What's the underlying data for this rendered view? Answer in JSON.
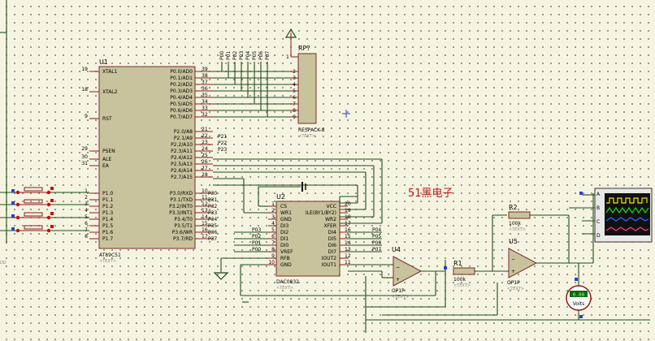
{
  "u1": {
    "ref": "U1",
    "type": "AT89C51",
    "hidden": "<TEXT>",
    "left_pins": [
      {
        "num": "19",
        "name": "XTAL1"
      },
      {
        "num": "18",
        "name": "XTAL2"
      },
      {
        "num": "9",
        "name": "RST"
      },
      {
        "num": "29",
        "name": "PSEN"
      },
      {
        "num": "30",
        "name": "ALE"
      },
      {
        "num": "31",
        "name": "EA"
      },
      {
        "num": "1",
        "name": "P1.0"
      },
      {
        "num": "2",
        "name": "P1.1"
      },
      {
        "num": "3",
        "name": "P1.2"
      },
      {
        "num": "4",
        "name": "P1.3"
      },
      {
        "num": "5",
        "name": "P1.4"
      },
      {
        "num": "6",
        "name": "P1.5"
      },
      {
        "num": "7",
        "name": "P1.6"
      },
      {
        "num": "8",
        "name": "P1.7"
      }
    ],
    "right_pins": [
      {
        "num": "39",
        "name": "P0.0/AD0"
      },
      {
        "num": "38",
        "name": "P0.1/AD1"
      },
      {
        "num": "37",
        "name": "P0.2/AD2"
      },
      {
        "num": "36",
        "name": "P0.3/AD3"
      },
      {
        "num": "35",
        "name": "P0.4/AD4"
      },
      {
        "num": "34",
        "name": "P0.5/AD5"
      },
      {
        "num": "33",
        "name": "P0.6/AD6"
      },
      {
        "num": "32",
        "name": "P0.7/AD7"
      },
      {
        "num": "21",
        "name": "P2.0/A8"
      },
      {
        "num": "22",
        "name": "P2.1/A9"
      },
      {
        "num": "23",
        "name": "P2.2/A10"
      },
      {
        "num": "24",
        "name": "P2.3/A11"
      },
      {
        "num": "25",
        "name": "P2.4/A12"
      },
      {
        "num": "26",
        "name": "P2.5/A13"
      },
      {
        "num": "27",
        "name": "P2.6/A14"
      },
      {
        "num": "28",
        "name": "P2.7/A15"
      },
      {
        "num": "10",
        "name": "P3.0/RXD"
      },
      {
        "num": "11",
        "name": "P3.1/TXD"
      },
      {
        "num": "12",
        "name": "P3.2/INT0"
      },
      {
        "num": "13",
        "name": "P3.3/INT1"
      },
      {
        "num": "14",
        "name": "P3.4/T0"
      },
      {
        "num": "15",
        "name": "P3.5/T1"
      },
      {
        "num": "16",
        "name": "P3.6/WR"
      },
      {
        "num": "17",
        "name": "P3.7/RD"
      }
    ],
    "net_labels": [
      "P21",
      "P22",
      "P23"
    ],
    "p3_labels": [
      "P30",
      "P31",
      "P32",
      "P33",
      "P34",
      "P35",
      "P36",
      "P37"
    ]
  },
  "u2": {
    "ref": "U2",
    "type": "DAC0832",
    "hidden": "<TEXT>",
    "left_pins": [
      {
        "num": "1",
        "name": "CS"
      },
      {
        "num": "2",
        "name": "WR1"
      },
      {
        "num": "3",
        "name": "GND"
      },
      {
        "num": "4",
        "name": "DI3"
      },
      {
        "num": "5",
        "name": "DI2"
      },
      {
        "num": "6",
        "name": "DI1"
      },
      {
        "num": "7",
        "name": "DI0"
      },
      {
        "num": "8",
        "name": "VREF"
      },
      {
        "num": "9",
        "name": "RFB"
      },
      {
        "num": "10",
        "name": "GND"
      }
    ],
    "right_pins": [
      {
        "num": "20",
        "name": "VCC"
      },
      {
        "num": "19",
        "name": "ILE(BY1/BY2)"
      },
      {
        "num": "18",
        "name": "WR2"
      },
      {
        "num": "17",
        "name": "XFER"
      },
      {
        "num": "16",
        "name": "DI4"
      },
      {
        "num": "15",
        "name": "DI5"
      },
      {
        "num": "14",
        "name": "DI6"
      },
      {
        "num": "13",
        "name": "DI7"
      },
      {
        "num": "12",
        "name": "IOUT2"
      },
      {
        "num": "11",
        "name": "IOUT1"
      }
    ],
    "left_labels": [
      "P03",
      "P02",
      "P01",
      "P00"
    ],
    "right_labels": [
      "P04",
      "P05",
      "P06",
      "P07"
    ]
  },
  "rp": {
    "ref": "RP?",
    "type": "RESPACK-8",
    "hidden": "<TEXT>",
    "pin1": "1",
    "pins": [
      "2",
      "3",
      "4",
      "5",
      "6",
      "7",
      "8",
      "9"
    ]
  },
  "p0_labels": [
    "P00",
    "P01",
    "P02",
    "P03",
    "P04",
    "P05",
    "P06",
    "P07"
  ],
  "u4": {
    "ref": "U4",
    "type": "OP1P",
    "hidden": "<TEXT>"
  },
  "u5": {
    "ref": "U5",
    "type": "OP1P",
    "hidden": "<TEXT>"
  },
  "r1": {
    "ref": "R1",
    "value": "100k",
    "hidden": "<TEXT>"
  },
  "r2": {
    "ref": "R2",
    "value": "100k",
    "hidden": "<TEXT>"
  },
  "scope": {
    "channels": [
      "A",
      "B",
      "C",
      "D"
    ]
  },
  "voltmeter": {
    "reading": "0.00",
    "unit": "Volts"
  },
  "annotation": "51黑电子",
  "edge_label": "DD"
}
